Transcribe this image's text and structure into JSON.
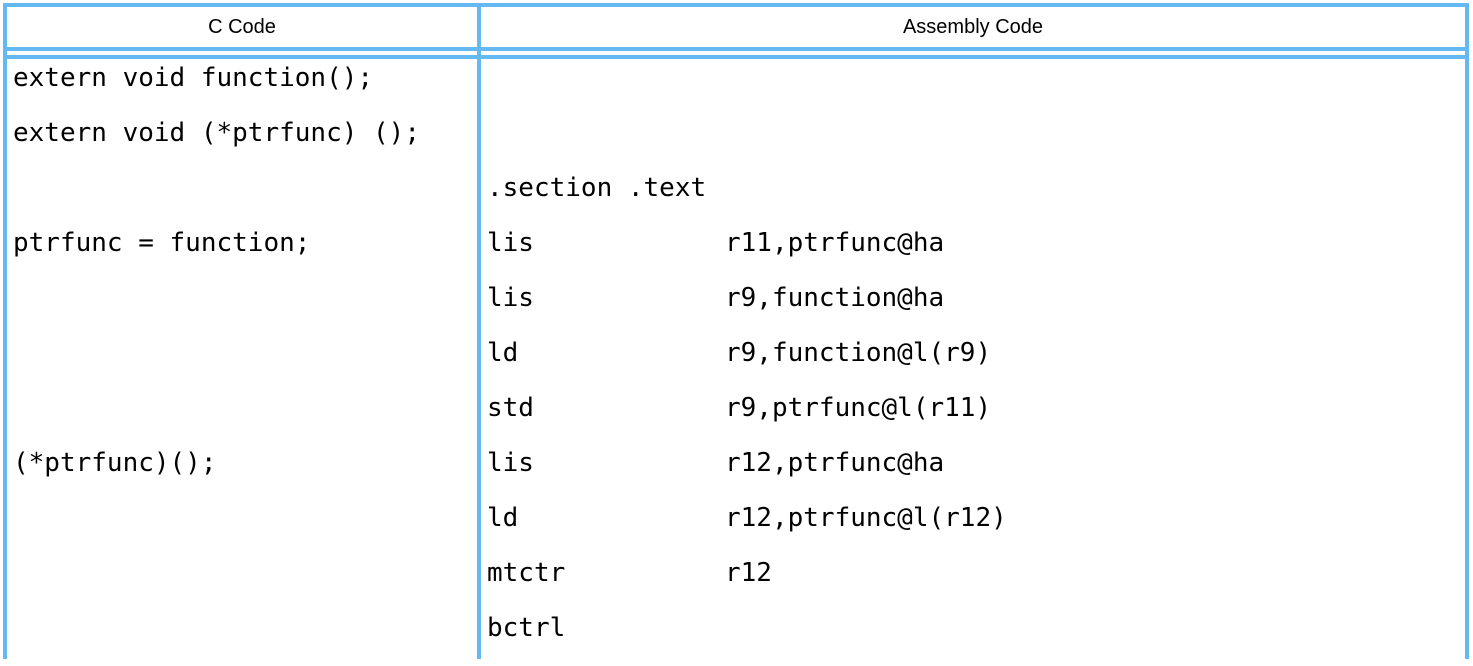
{
  "table": {
    "border_color": "#64b9f2",
    "headers": {
      "c": "C Code",
      "asm": "Assembly Code"
    },
    "rows": [
      {
        "c": "extern void function();",
        "mn": "",
        "op": ""
      },
      {
        "c": "extern void (*ptrfunc) ();",
        "mn": "",
        "op": ""
      },
      {
        "c": "",
        "mn": ".section .text",
        "op": ""
      },
      {
        "c": "ptrfunc = function;",
        "mn": "lis",
        "op": "r11,ptrfunc@ha"
      },
      {
        "c": "",
        "mn": "lis",
        "op": "r9,function@ha"
      },
      {
        "c": "",
        "mn": "ld",
        "op": "r9,function@l(r9)"
      },
      {
        "c": "",
        "mn": "std",
        "op": "r9,ptrfunc@l(r11)"
      },
      {
        "c": "(*ptrfunc)();",
        "mn": "lis",
        "op": "r12,ptrfunc@ha"
      },
      {
        "c": "",
        "mn": "ld",
        "op": "r12,ptrfunc@l(r12)"
      },
      {
        "c": "",
        "mn": "mtctr",
        "op": "r12"
      },
      {
        "c": "",
        "mn": "bctrl",
        "op": ""
      }
    ]
  }
}
